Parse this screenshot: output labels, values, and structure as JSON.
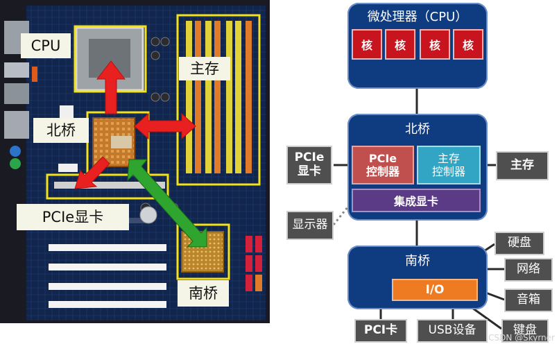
{
  "photo": {
    "labels": {
      "cpu": "CPU",
      "north_bridge": "北桥",
      "main_memory": "主存",
      "pcie_card": "PCIe显卡",
      "south_bridge": "南桥"
    }
  },
  "diagram": {
    "cpu": {
      "title": "微处理器（CPU）",
      "cores": [
        "核",
        "核",
        "核",
        "核"
      ]
    },
    "north_bridge": {
      "title": "北桥",
      "pcie_controller": [
        "PCIe",
        "控制器"
      ],
      "memory_controller": [
        "主存",
        "控制器"
      ],
      "integrated_graphics": "集成显卡"
    },
    "pcie_card": [
      "PCIe",
      "显卡"
    ],
    "main_memory": "主存",
    "display": "显示器",
    "south_bridge": {
      "title": "南桥",
      "io": "I/O"
    },
    "peripherals": [
      "硬盘",
      "网络",
      "音箱",
      "键盘"
    ],
    "bottom": [
      "PCI卡",
      "USB设备"
    ]
  },
  "watermark": "CSDN @Skyrner",
  "colors": {
    "navy": "#0f3b80",
    "core_red": "#c8141e",
    "pcie_ctrl_red": "#c0504d",
    "mem_ctrl_teal": "#31a5c3",
    "igpu_purple": "#5b3a86",
    "io_orange": "#ee7b22",
    "grey_box": "#4f4f4f",
    "highlight_yellow": "#f4e11a",
    "arrow_red": "#e8201f",
    "arrow_green": "#2fa42f"
  }
}
